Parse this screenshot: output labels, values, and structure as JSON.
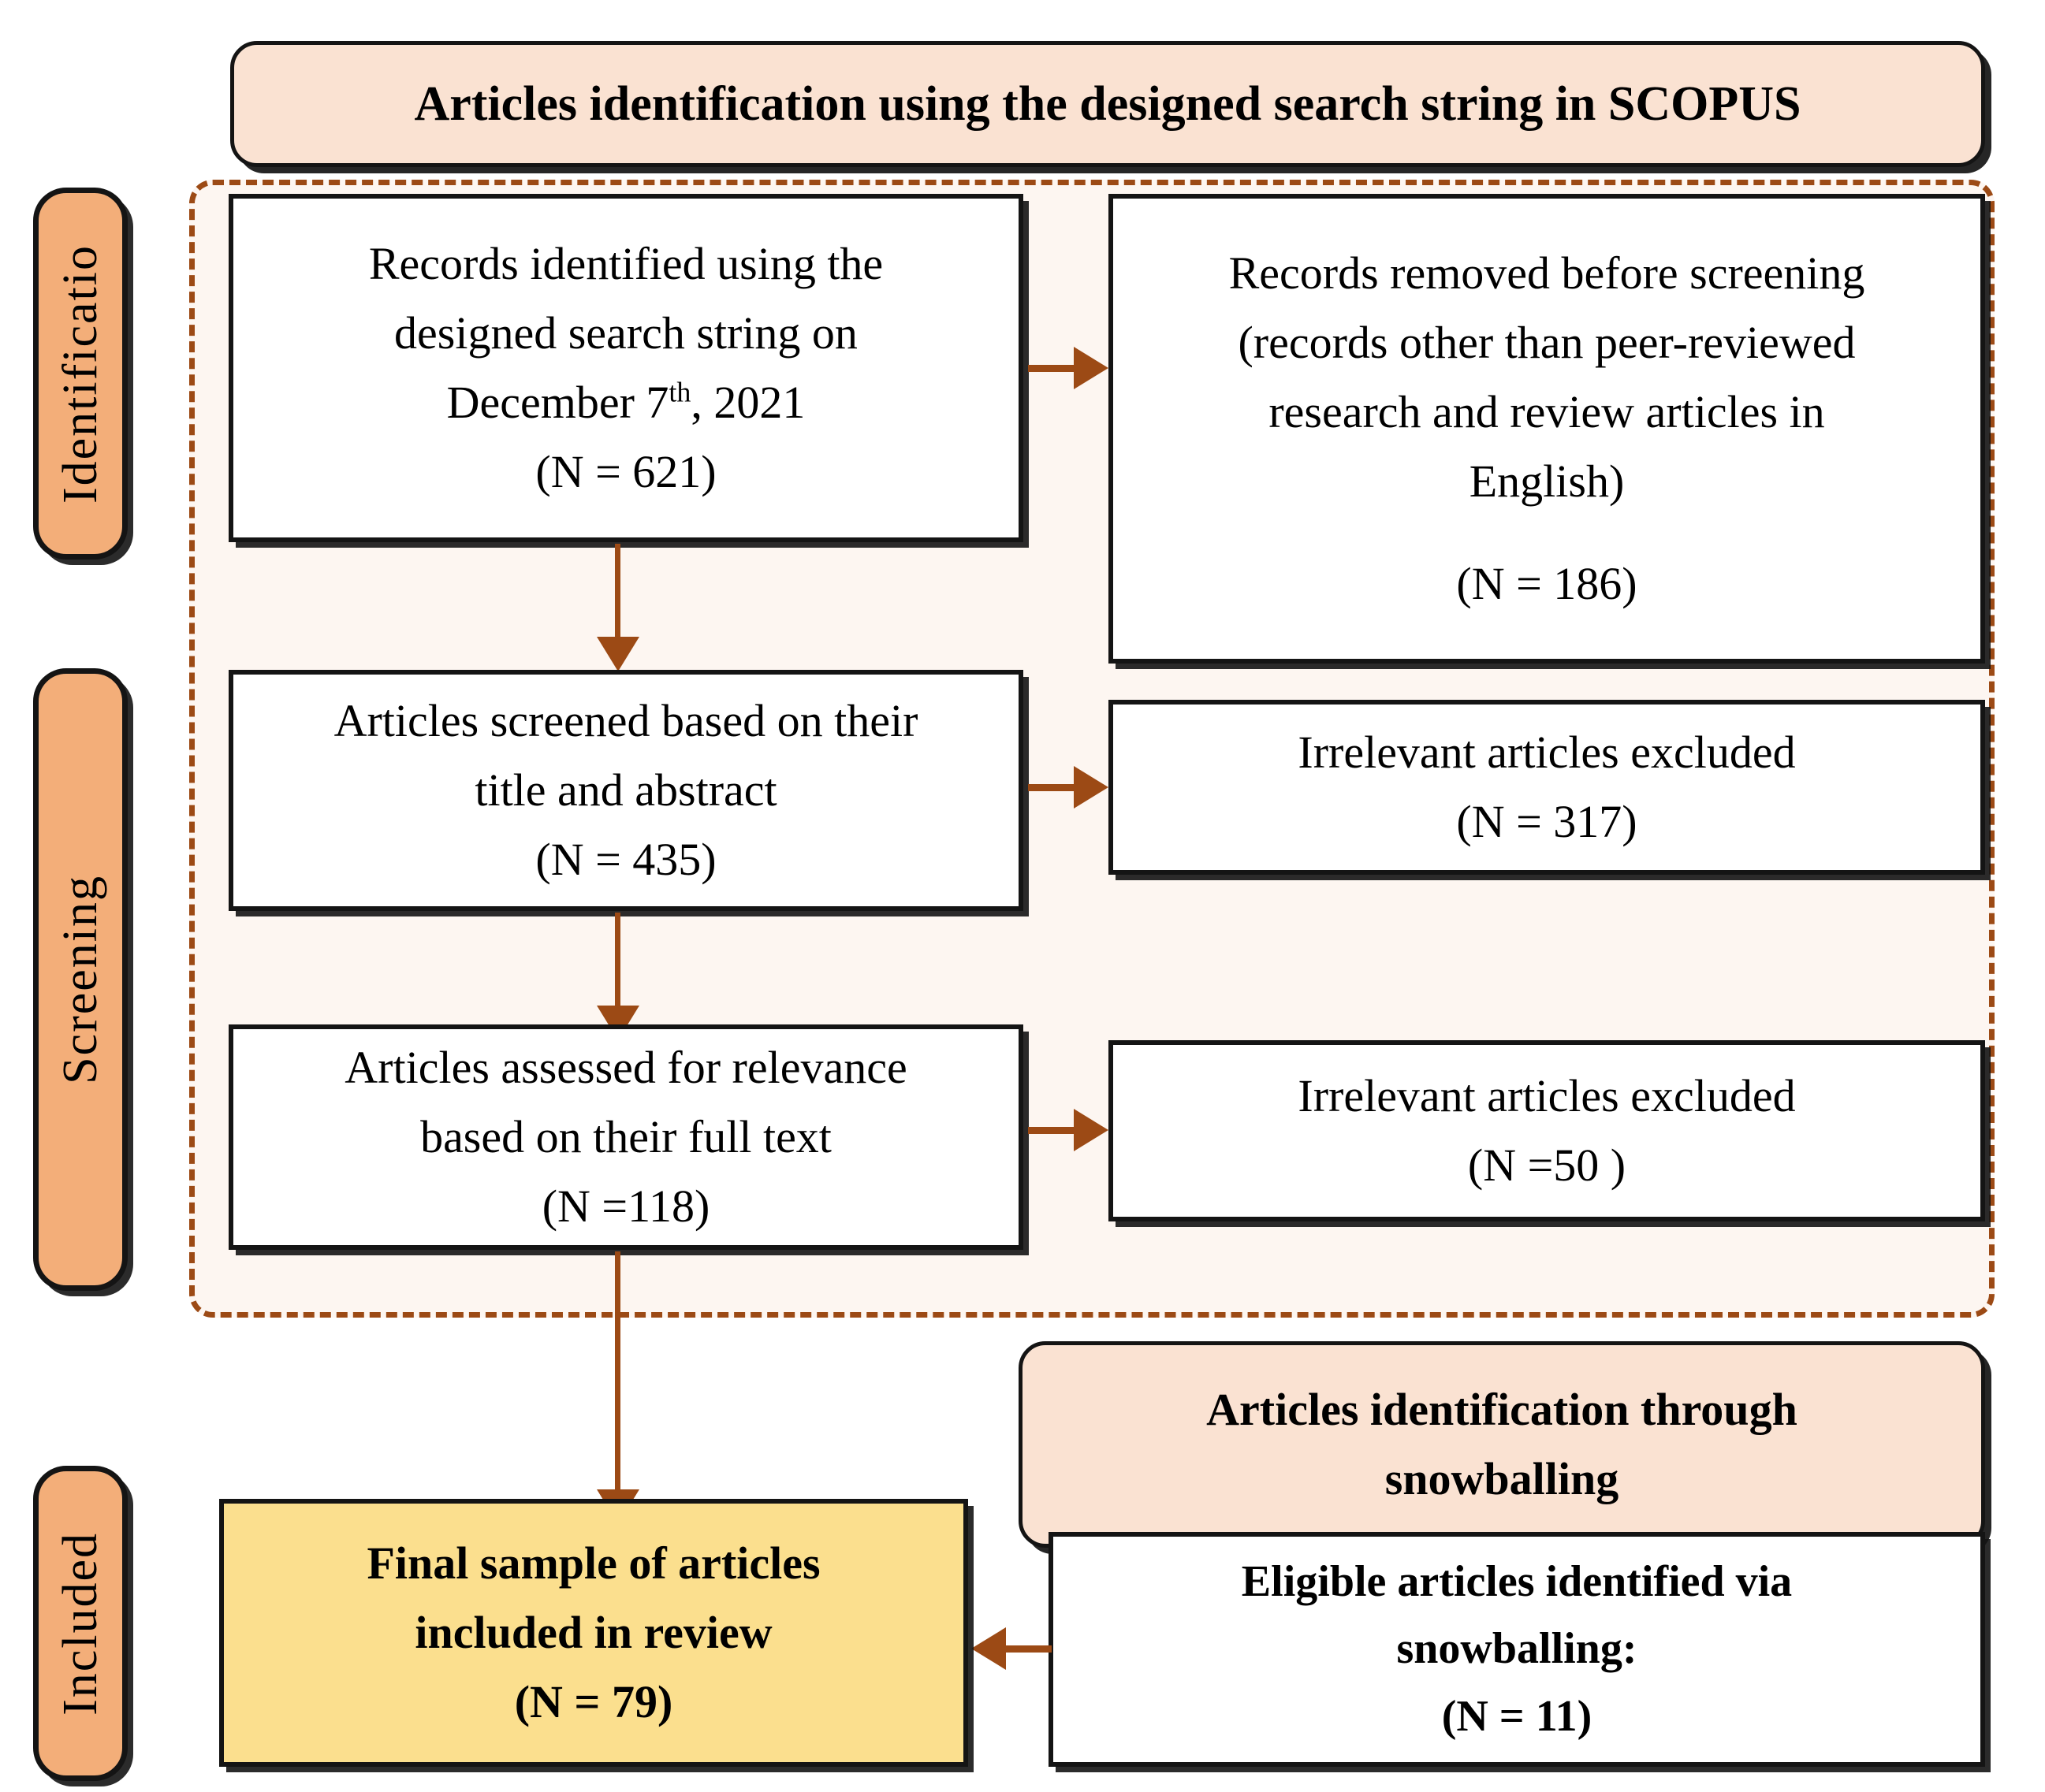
{
  "diagram": {
    "type": "prisma-flow-diagram",
    "title": "Articles identification using the designed search string in SCOPUS",
    "accent_color": "#9C4A15",
    "banner_fill": "#FAE2D2",
    "pill_fill": "#F3AE79",
    "result_fill": "#FBDF8E",
    "group_fill": "#FDF6F1"
  },
  "header": {
    "label": "Articles identification using the designed search string in SCOPUS"
  },
  "stages": [
    {
      "key": "identification",
      "label": "Identificatio"
    },
    {
      "key": "screening",
      "label": "Screening"
    },
    {
      "key": "included",
      "label": "Included"
    }
  ],
  "nodes": {
    "records_identified": {
      "line1": "Records identified using the",
      "line2": "designed search string on",
      "line3_pre": "December 7",
      "line3_sup": "th",
      "line3_post": ", 2021",
      "count": "(N = 621)"
    },
    "records_removed": {
      "line1": "Records removed before screening",
      "line2": "(records other than peer-reviewed",
      "line3": "research and review articles in",
      "line4": "English)",
      "count": "(N = 186)"
    },
    "screened_title_abstract": {
      "line1": "Articles screened based on their",
      "line2": "title and abstract",
      "count": "(N = 435)"
    },
    "excluded_title_abstract": {
      "line1": "Irrelevant articles excluded",
      "count": "(N = 317)"
    },
    "assessed_full_text": {
      "line1": "Articles assessed for relevance",
      "line2": "based on their full text",
      "count": "(N =118)"
    },
    "excluded_full_text": {
      "line1": "Irrelevant articles excluded",
      "count": "(N =50 )"
    },
    "snowballing_banner": {
      "line1": "Articles identification through",
      "line2": "snowballing"
    },
    "snowballing_eligible": {
      "line1": "Eligible articles identified via",
      "line2": "snowballing:",
      "count": "(N = 11)"
    },
    "final_sample": {
      "line1": "Final sample of articles",
      "line2": "included in review",
      "count": "(N = 79)"
    }
  },
  "chart_data": {
    "type": "diagram",
    "title": "Articles identification using the designed search string in SCOPUS",
    "flow": [
      {
        "stage": "Identification",
        "node": "Records identified using the designed search string on December 7th, 2021",
        "n": 621
      },
      {
        "stage": "Identification",
        "node": "Records removed before screening (records other than peer-reviewed research and review articles in English)",
        "n": 186
      },
      {
        "stage": "Screening",
        "node": "Articles screened based on their title and abstract",
        "n": 435
      },
      {
        "stage": "Screening",
        "node": "Irrelevant articles excluded",
        "n": 317
      },
      {
        "stage": "Screening",
        "node": "Articles assessed for relevance based on their full text",
        "n": 118
      },
      {
        "stage": "Screening",
        "node": "Irrelevant articles excluded",
        "n": 50
      },
      {
        "stage": "Included",
        "node": "Eligible articles identified via snowballing",
        "n": 11
      },
      {
        "stage": "Included",
        "node": "Final sample of articles included in review",
        "n": 79
      }
    ]
  }
}
